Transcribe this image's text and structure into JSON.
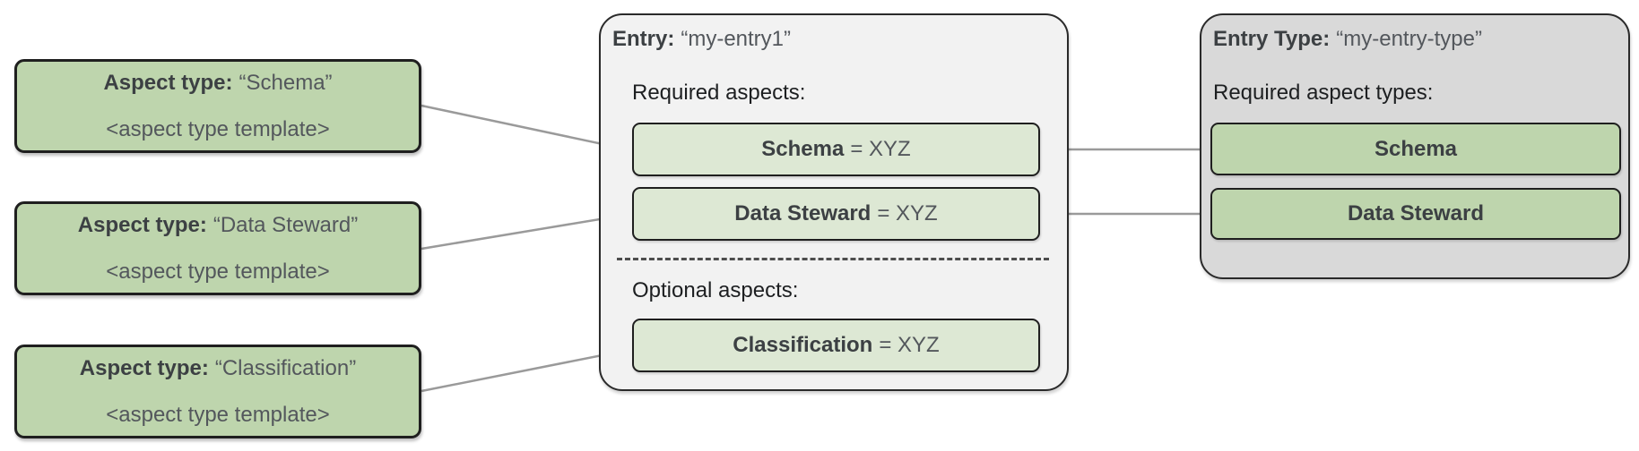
{
  "colors": {
    "green_box": "#bed5ad",
    "light_green_box": "#dde8d4",
    "entry_panel_bg": "#f2f2f2",
    "entry_type_panel_bg": "#d9d9d9",
    "border": "#1f1f1f",
    "connector": "#9a9a9a"
  },
  "aspect_types": [
    {
      "label": "Aspect type:",
      "name": "“Schema”",
      "template": "<aspect type template>"
    },
    {
      "label": "Aspect type:",
      "name": "“Data Steward”",
      "template": "<aspect type template>"
    },
    {
      "label": "Aspect type:",
      "name": "“Classification”",
      "template": "<aspect type template>"
    }
  ],
  "entry": {
    "label": "Entry:",
    "name": "“my-entry1”",
    "required_heading": "Required aspects:",
    "required_aspects": [
      {
        "name": "Schema",
        "value": "= XYZ"
      },
      {
        "name": "Data Steward",
        "value": "= XYZ"
      }
    ],
    "optional_heading": "Optional aspects:",
    "optional_aspects": [
      {
        "name": "Classification",
        "value": "= XYZ"
      }
    ]
  },
  "entry_type": {
    "label": "Entry Type:",
    "name": "“my-entry-type”",
    "required_heading": "Required aspect types:",
    "required_aspect_types": [
      {
        "name": "Schema"
      },
      {
        "name": "Data Steward"
      }
    ]
  }
}
